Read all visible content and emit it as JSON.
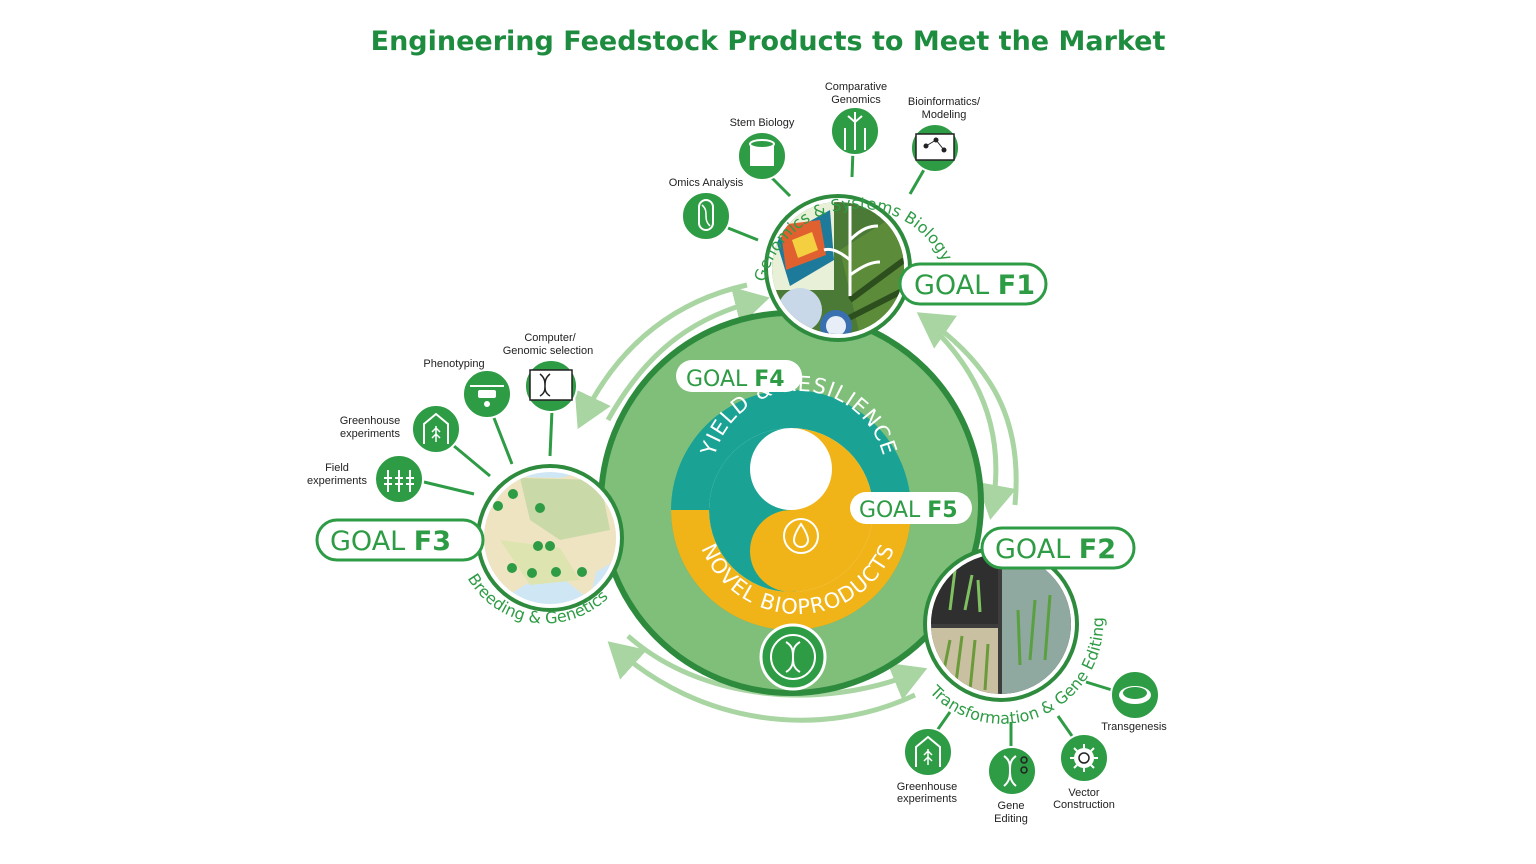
{
  "title": "Engineering Feedstock Products to Meet the Market",
  "colors": {
    "title_green": "#1e8c3f",
    "goal_green": "#2e9b45",
    "mid_green": "#7fbf7a",
    "light_green": "#a8d5a2",
    "teal": "#1aa394",
    "gold": "#f0b419"
  },
  "goals": {
    "f1": {
      "prefix": "GOAL ",
      "id": "F1"
    },
    "f2": {
      "prefix": "GOAL ",
      "id": "F2"
    },
    "f3": {
      "prefix": "GOAL ",
      "id": "F3"
    },
    "f4": {
      "prefix": "GOAL ",
      "id": "F4"
    },
    "f5": {
      "prefix": "GOAL ",
      "id": "F5"
    }
  },
  "arcs": {
    "f1": "Genomics & Systems Biology",
    "f2": "Transformation & Gene Editing",
    "f3": "Breeding & Genetics",
    "yield": "YIELD & RESILIENCE",
    "bio": "NOVEL BIOPRODUCTS"
  },
  "f1_topics": {
    "omics": "Omics Analysis",
    "stem": "Stem Biology",
    "comparative_1": "Comparative",
    "comparative_2": "Genomics",
    "bioinf_1": "Bioinformatics/",
    "bioinf_2": "Modeling"
  },
  "f3_topics": {
    "computer_1": "Computer/",
    "computer_2": "Genomic selection",
    "phenotyping": "Phenotyping",
    "greenhouse_1": "Greenhouse",
    "greenhouse_2": "experiments",
    "field_1": "Field",
    "field_2": "experiments"
  },
  "f2_topics": {
    "transgenesis": "Transgenesis",
    "greenhouse_1": "Greenhouse",
    "greenhouse_2": "experiments",
    "gene_1": "Gene",
    "gene_2": "Editing",
    "vector_1": "Vector",
    "vector_2": "Construction"
  },
  "icons": [
    "omics-tube-icon",
    "stem-roll-icon",
    "comparative-genomics-icon",
    "bioinformatics-monitor-icon",
    "computer-dna-icon",
    "drone-icon",
    "greenhouse-icon",
    "field-plants-icon",
    "petri-dish-icon",
    "gene-scissors-icon",
    "vector-virus-icon",
    "leaf-icon",
    "oil-drop-icon",
    "dna-icon"
  ]
}
